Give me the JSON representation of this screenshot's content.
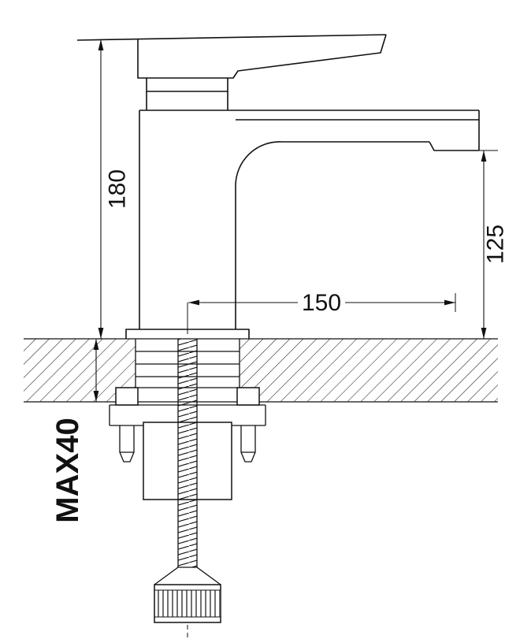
{
  "page": {
    "background_color": "#ffffff",
    "line_color": "#111111"
  },
  "drawing": {
    "type": "dimensioned-line-drawing",
    "labels": {
      "overall_height": "180",
      "spout_height": "125",
      "spout_reach": "150",
      "max_mounting_thickness": "MAX40"
    }
  }
}
